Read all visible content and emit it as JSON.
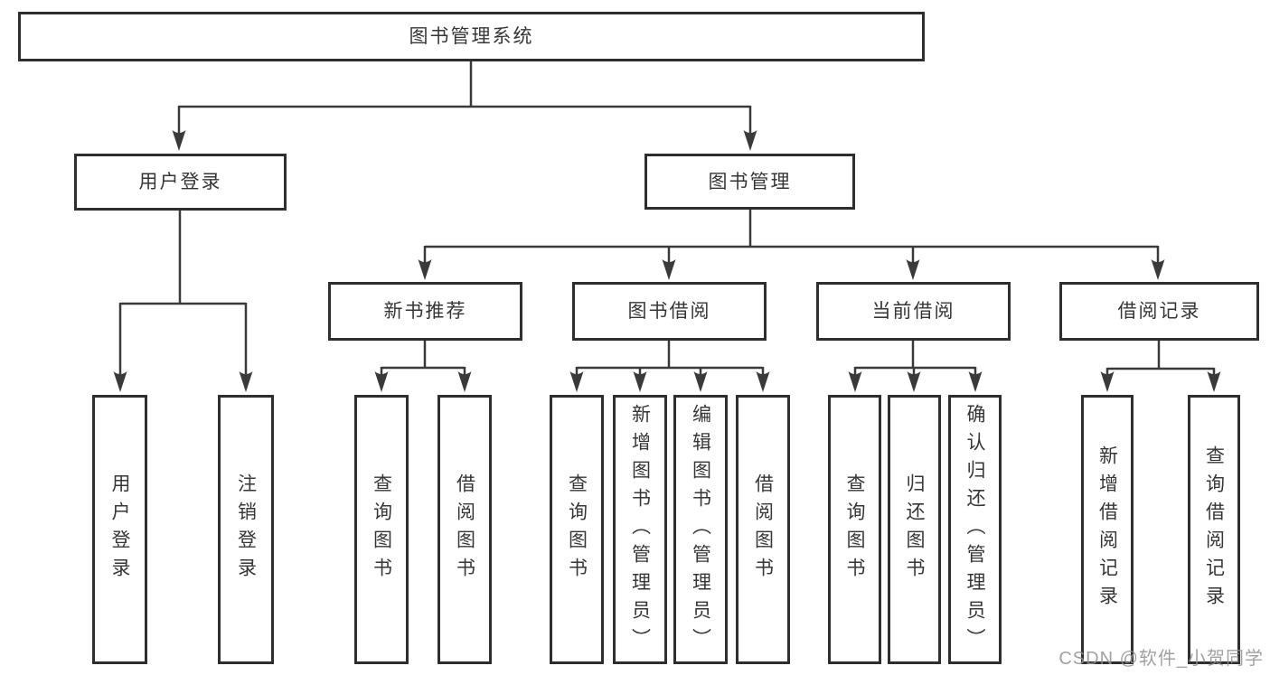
{
  "diagram": {
    "root": "图书管理系统",
    "branches": [
      {
        "label": "用户登录",
        "children": [
          "用户登录",
          "注销登录"
        ]
      },
      {
        "label": "图书管理",
        "children": [
          {
            "label": "新书推荐",
            "children": [
              "查询图书",
              "借阅图书"
            ]
          },
          {
            "label": "图书借阅",
            "children": [
              "查询图书",
              "新增图书（管理员）",
              "编辑图书（管理员）",
              "借阅图书"
            ]
          },
          {
            "label": "当前借阅",
            "children": [
              "查询图书",
              "归还图书",
              "确认归还（管理员）"
            ]
          },
          {
            "label": "借阅记录",
            "children": [
              "新增借阅记录",
              "查询借阅记录"
            ]
          }
        ]
      }
    ]
  },
  "watermark": {
    "text": "CSDN @软件_小贺同学"
  },
  "colors": {
    "line": "#3a3a3a",
    "box_border": "#2e2e2e",
    "text": "#363636",
    "background": "#ffffff",
    "watermark": "#919191"
  }
}
